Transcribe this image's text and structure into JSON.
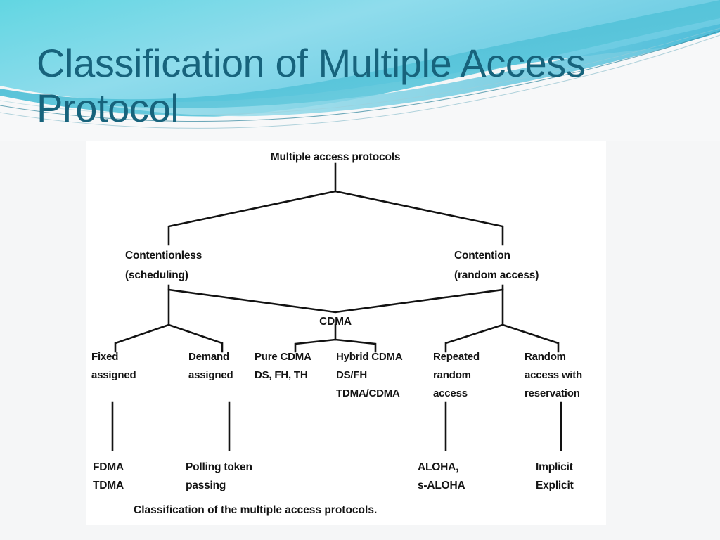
{
  "slide": {
    "title": "Classification of Multiple Access\nProtocol",
    "title_color": "#17637c",
    "background_color": "#f5f6f7",
    "banner": {
      "name": "decorative-wave-banner",
      "colors": [
        "#5ed2e0",
        "#8fd8e8",
        "#3fb6cf",
        "#2a93b5",
        "#ffffff"
      ]
    }
  },
  "diagram": {
    "caption": "Classification of the multiple access protocols.",
    "background_color": "#ffffff",
    "line_color": "#121212",
    "root": "Multiple access protocols",
    "level1": [
      {
        "line1": "Contentionless",
        "line2": "(scheduling)"
      },
      {
        "line1": "Contention",
        "line2": "(random access)"
      }
    ],
    "middle": "CDMA",
    "level2": [
      {
        "line1": "Fixed",
        "line2": "assigned",
        "line3": "",
        "line4": ""
      },
      {
        "line1": "Demand",
        "line2": "assigned",
        "line3": "",
        "line4": ""
      },
      {
        "line1": "Pure CDMA",
        "line2": "DS, FH, TH",
        "line3": "",
        "line4": ""
      },
      {
        "line1": "Hybrid CDMA",
        "line2": "DS/FH",
        "line3": "TDMA/CDMA",
        "line4": ""
      },
      {
        "line1": "Repeated",
        "line2": "random",
        "line3": "access",
        "line4": ""
      },
      {
        "line1": "Random",
        "line2": "access with",
        "line3": "reservation",
        "line4": ""
      }
    ],
    "level3": [
      {
        "line1": "FDMA",
        "line2": "TDMA"
      },
      {
        "line1": "Polling token",
        "line2": "passing"
      },
      {
        "line1": "ALOHA,",
        "line2": "s-ALOHA"
      },
      {
        "line1": "Implicit",
        "line2": "Explicit"
      }
    ]
  }
}
